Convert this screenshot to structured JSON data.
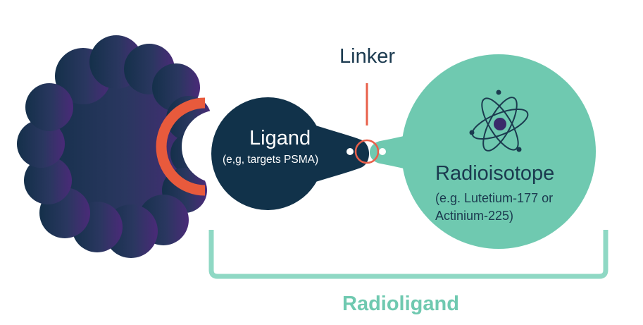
{
  "labels": {
    "linker": "Linker",
    "ligand_title": "Ligand",
    "ligand_subtitle": "(e,g, targets PSMA)",
    "radioisotope_title": "Radioisotope",
    "radioisotope_subtitle_line1": "(e.g. Lutetium-177 or",
    "radioisotope_subtitle_line2": "Actinium-225)",
    "radioligand": "Radioligand"
  },
  "colors": {
    "cell_gradient_start": "#14304a",
    "cell_gradient_end": "#4a2a78",
    "receptor_accent": "#e85a3c",
    "ligand_fill": "#11324a",
    "radioisotope_fill": "#6fc9b0",
    "linker_line": "#e8604a",
    "bracket": "#8fd8c4",
    "label_dark": "#1b3a4f",
    "radioligand_label": "#6fc9b0"
  },
  "icons": {
    "cancer_cell": "cancer-cell-shape",
    "receptor": "psma-receptor-arc",
    "atom": "atom-icon"
  }
}
